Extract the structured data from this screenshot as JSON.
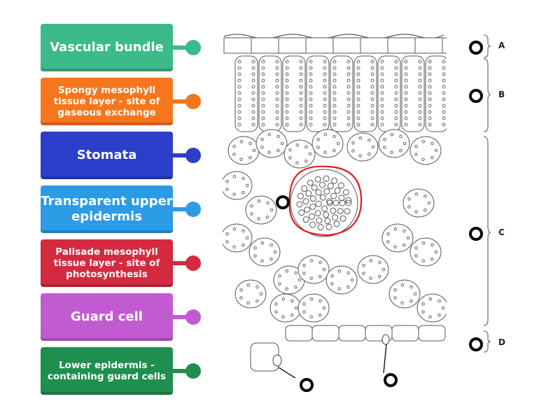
{
  "labels": [
    {
      "text": "Vascular bundle",
      "color": "#3dba8a",
      "size": "big"
    },
    {
      "text": "Spongy mesophyll tissue layer - site of gaseous exchange",
      "color": "#f5761c",
      "size": "small"
    },
    {
      "text": "Stomata",
      "color": "#2b3fcb",
      "size": "big"
    },
    {
      "text": "Transparent upper epidermis",
      "color": "#2c9be6",
      "size": "big"
    },
    {
      "text": "Palisade mesophyll tissue layer - site of photosynthesis",
      "color": "#d42a3f",
      "size": "small"
    },
    {
      "text": "Guard cell",
      "color": "#c25bd2",
      "size": "big"
    },
    {
      "text": "Lower epidermis - containing guard cells",
      "color": "#1f8f4f",
      "size": "small"
    }
  ],
  "regions": [
    "A",
    "B",
    "C",
    "D"
  ]
}
